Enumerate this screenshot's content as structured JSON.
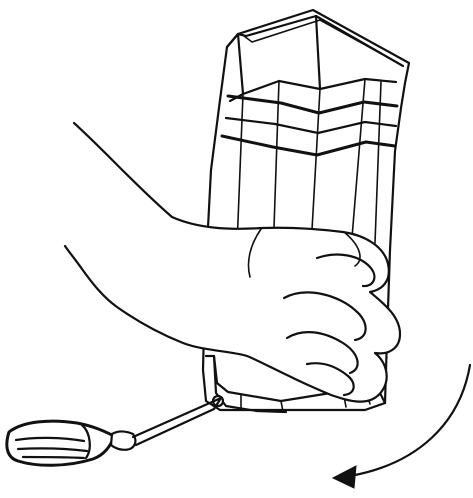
{
  "illustration": {
    "subjects": [
      "device-housing",
      "left-hand",
      "screwdriver",
      "rotation-arrow"
    ],
    "line_color": "#111111",
    "background": "#ffffff"
  }
}
